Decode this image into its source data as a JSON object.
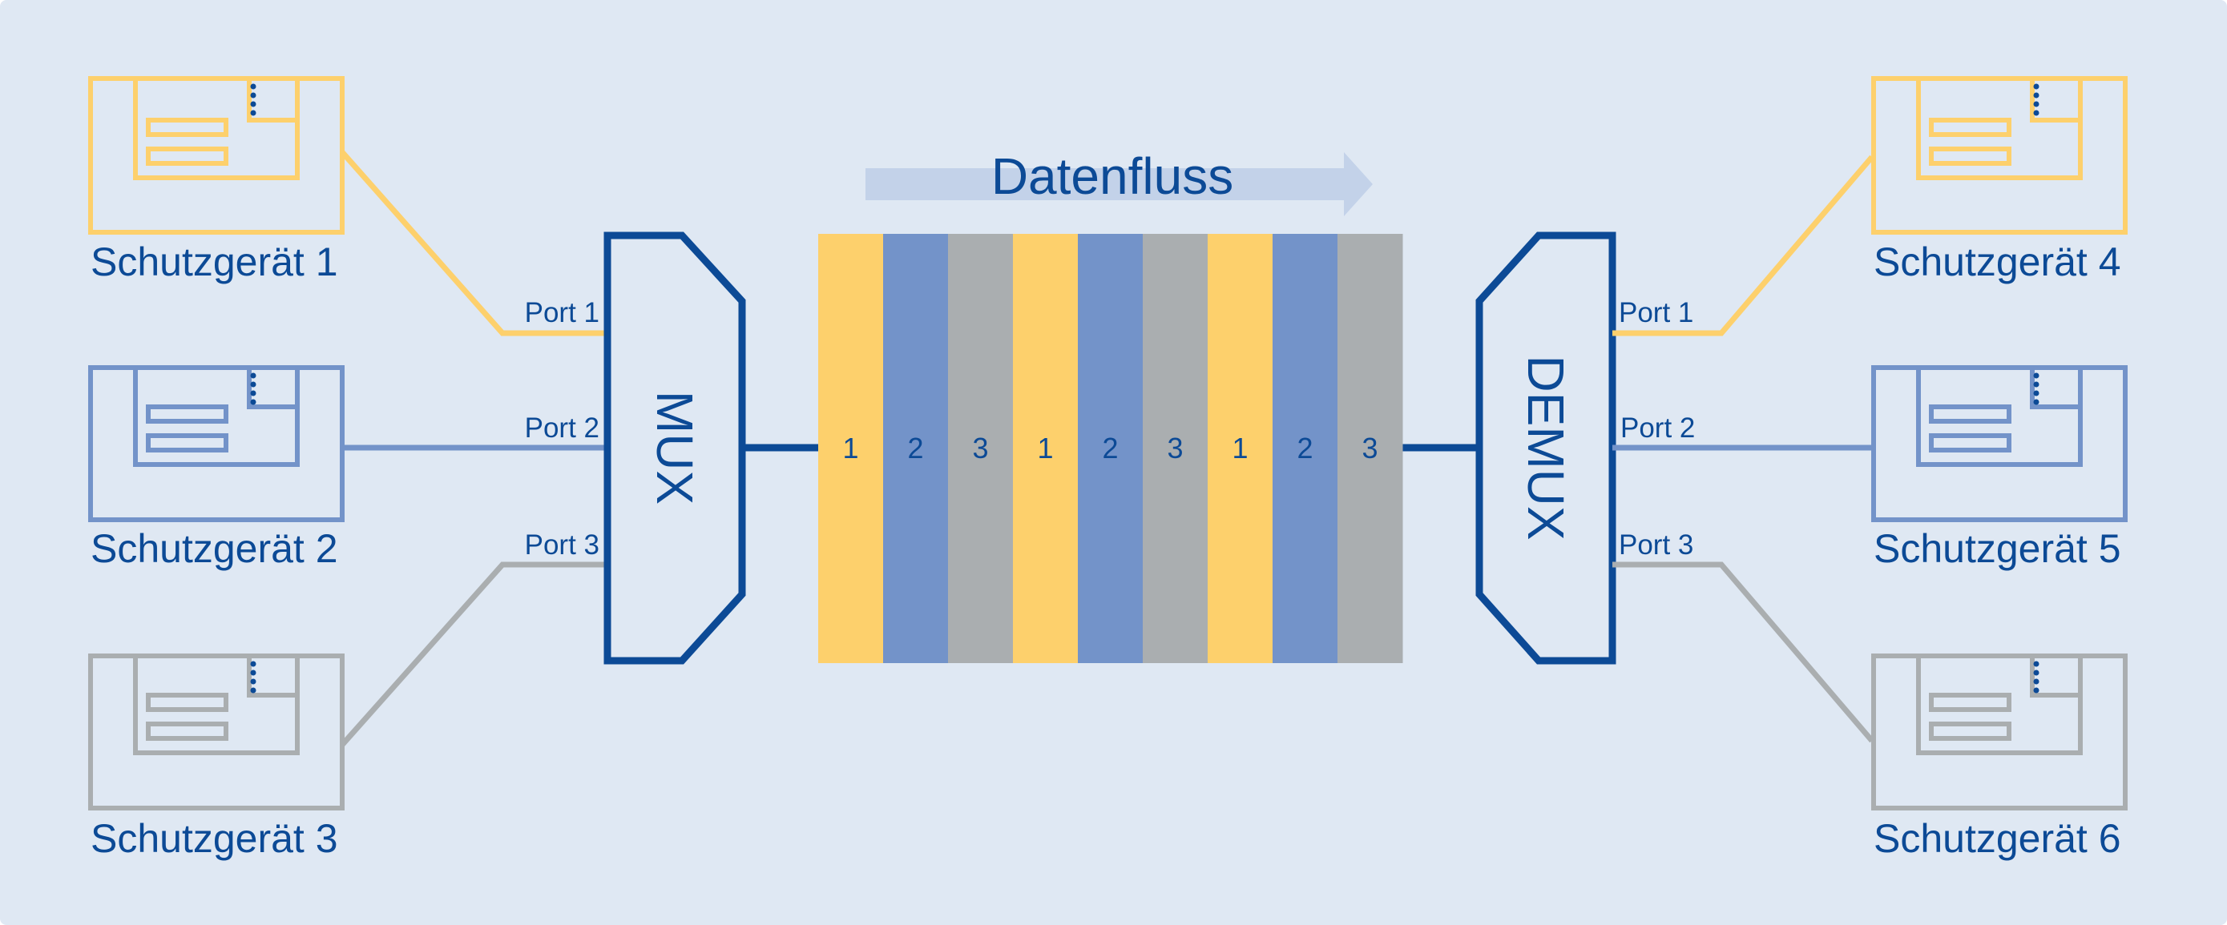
{
  "colors": {
    "background": "#dfe8f3",
    "primary": "#0c4a96",
    "yellow": "#fdd06c",
    "blue": "#7393c9",
    "gray": "#aaaeb0",
    "arrow": "#c3d2e9"
  },
  "flow": {
    "label": "Datenfluss"
  },
  "mux": {
    "label": "MUX"
  },
  "demux": {
    "label": "DEMUX"
  },
  "devices_left": [
    {
      "label": "Schutzgerät 1",
      "color": "yellow",
      "port": "Port 1"
    },
    {
      "label": "Schutzgerät 2",
      "color": "blue",
      "port": "Port 2"
    },
    {
      "label": "Schutzgerät 3",
      "color": "gray",
      "port": "Port 3"
    }
  ],
  "devices_right": [
    {
      "label": "Schutzgerät 4",
      "color": "yellow",
      "port": "Port 1"
    },
    {
      "label": "Schutzgerät 5",
      "color": "blue",
      "port": "Port 2"
    },
    {
      "label": "Schutzgerät 6",
      "color": "gray",
      "port": "Port 3"
    }
  ],
  "slots": [
    {
      "label": "1",
      "color": "yellow"
    },
    {
      "label": "2",
      "color": "blue"
    },
    {
      "label": "3",
      "color": "gray"
    },
    {
      "label": "1",
      "color": "yellow"
    },
    {
      "label": "2",
      "color": "blue"
    },
    {
      "label": "3",
      "color": "gray"
    },
    {
      "label": "1",
      "color": "yellow"
    },
    {
      "label": "2",
      "color": "blue"
    },
    {
      "label": "3",
      "color": "gray"
    }
  ]
}
